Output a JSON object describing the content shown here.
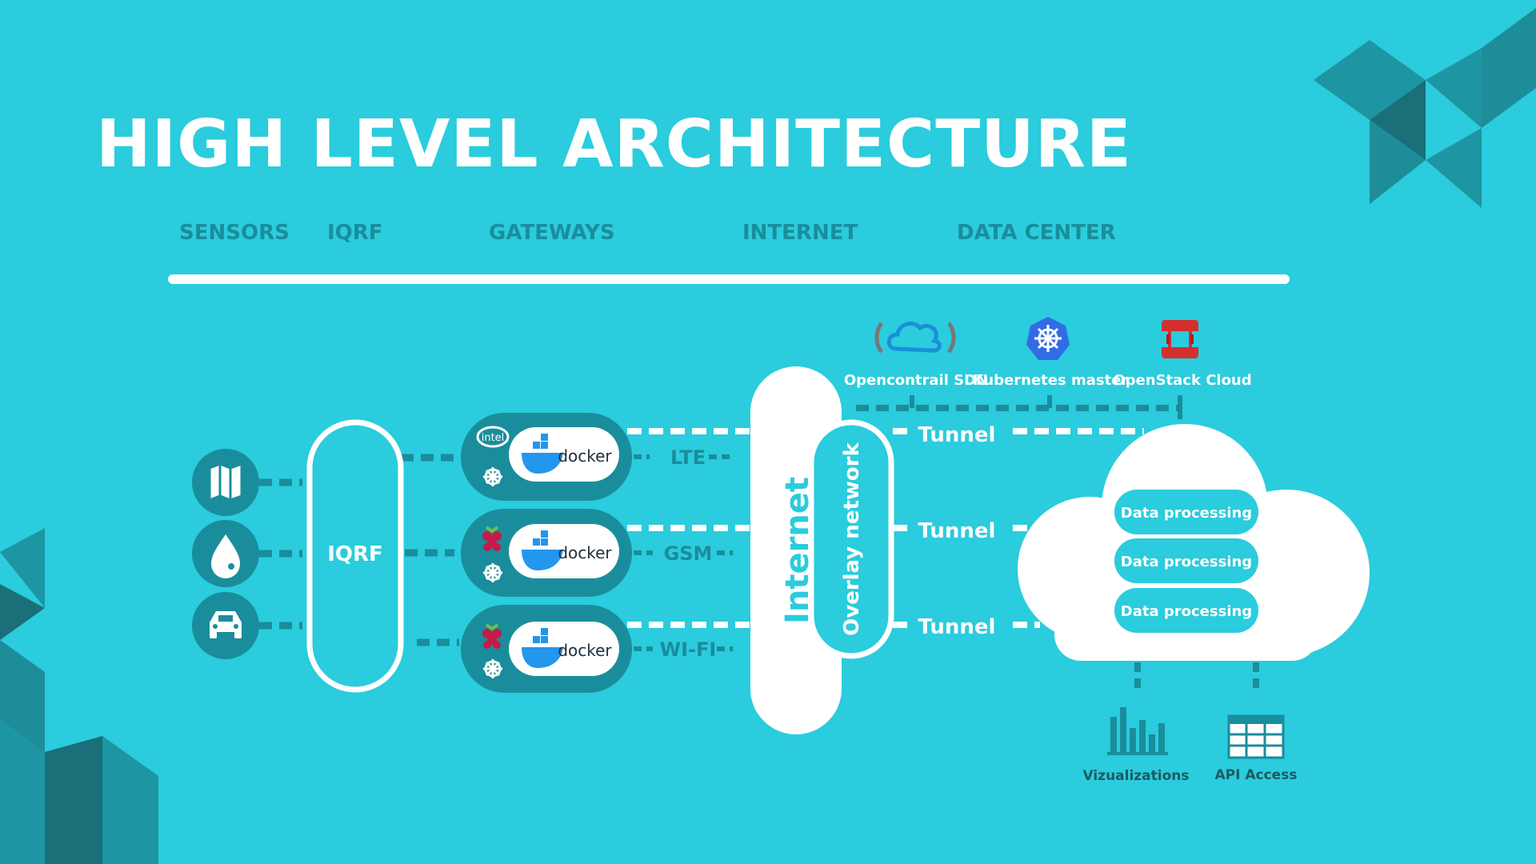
{
  "title": "HIGH LEVEL ARCHITECTURE",
  "columns": [
    "SENSORS",
    "IQRF",
    "GATEWAYS",
    "INTERNET",
    "DATA CENTER"
  ],
  "sensors": [
    {
      "icon": "map-icon"
    },
    {
      "icon": "water-drop-icon"
    },
    {
      "icon": "car-icon"
    }
  ],
  "iqrf_label": "IQRF",
  "gateways": [
    {
      "hardware_icon": "intel-logo-icon",
      "hardware_label": "intel",
      "runtime_label": "docker",
      "orchestrator_icon": "kubernetes-icon",
      "link_label": "LTE"
    },
    {
      "hardware_icon": "raspberry-pi-icon",
      "hardware_label": "",
      "runtime_label": "docker",
      "orchestrator_icon": "kubernetes-icon",
      "link_label": "GSM"
    },
    {
      "hardware_icon": "raspberry-pi-icon",
      "hardware_label": "",
      "runtime_label": "docker",
      "orchestrator_icon": "kubernetes-icon",
      "link_label": "WI-FI"
    }
  ],
  "internet_label": "Internet",
  "overlay_label": "Overlay network",
  "tunnel_label": "Tunnel",
  "dc_services": [
    {
      "label": "Opencontrail SDN",
      "icon": "opencontrail-cloud-icon"
    },
    {
      "label": "Kubernetes master",
      "icon": "kubernetes-master-icon"
    },
    {
      "label": "OpenStack Cloud",
      "icon": "openstack-icon"
    }
  ],
  "processing": [
    "Data processing",
    "Data processing",
    "Data processing"
  ],
  "outputs": [
    {
      "label": "Vizualizations",
      "icon": "bar-chart-icon"
    },
    {
      "label": "API Access",
      "icon": "table-grid-icon"
    }
  ],
  "colors": {
    "background": "#2accdd",
    "accent_dark": "#1a8d9c",
    "panel": "#ffffff",
    "openstack_red": "#d32f2f",
    "kubernetes_blue": "#326ce5",
    "raspberry_red": "#c51a4a",
    "docker_blue": "#2396ed"
  }
}
